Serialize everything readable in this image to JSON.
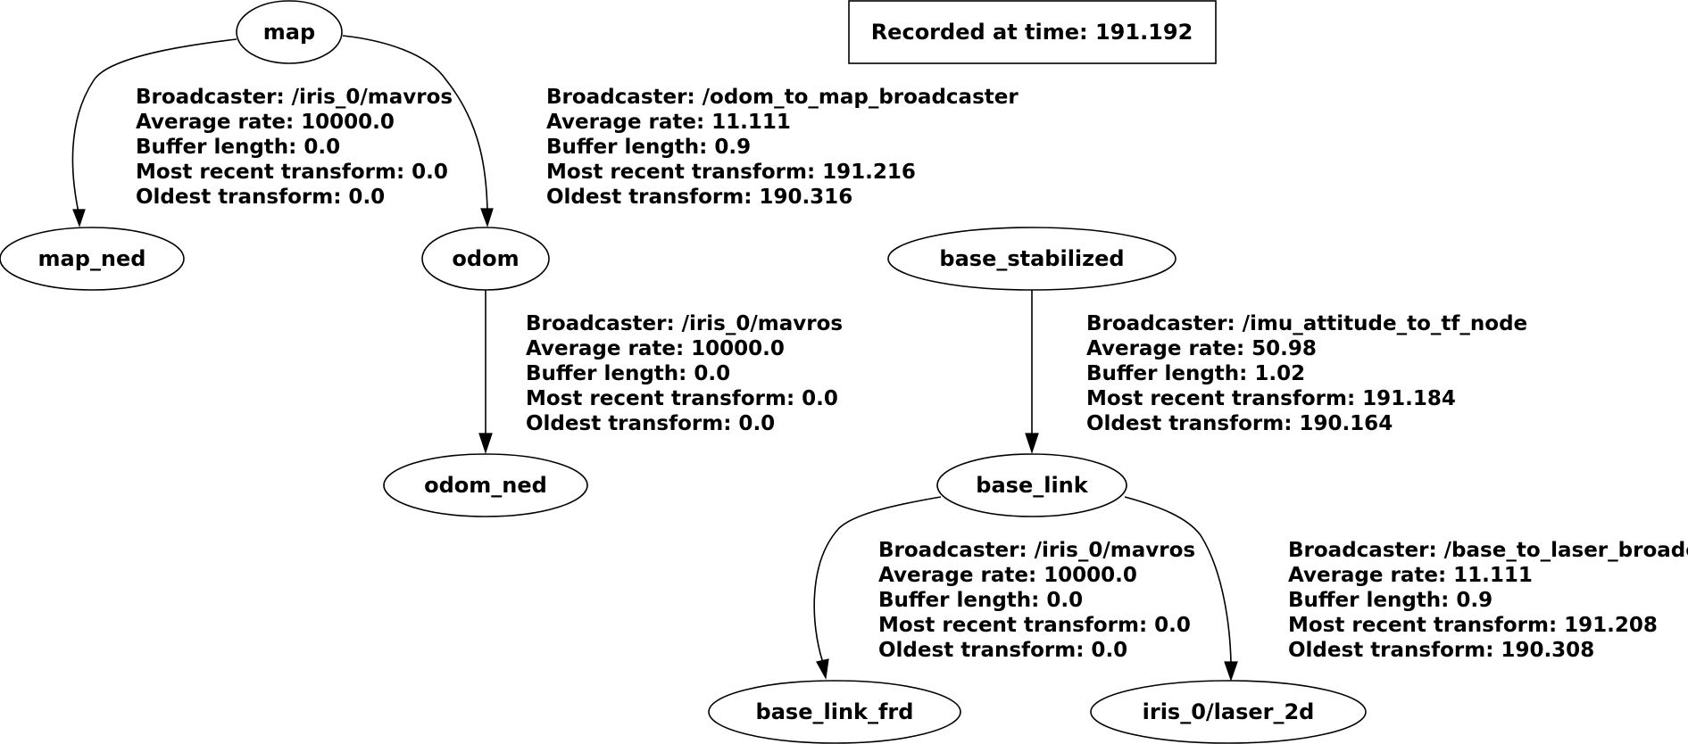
{
  "header": {
    "recorded_label": "Recorded at time: 191.192"
  },
  "nodes": {
    "map": "map",
    "map_ned": "map_ned",
    "odom": "odom",
    "odom_ned": "odom_ned",
    "base_stabilized": "base_stabilized",
    "base_link": "base_link",
    "base_link_frd": "base_link_frd",
    "laser_2d": "iris_0/laser_2d"
  },
  "edges": {
    "map_to_map_ned": [
      "Broadcaster: /iris_0/mavros",
      "Average rate: 10000.0",
      "Buffer length: 0.0",
      "Most recent transform: 0.0",
      "Oldest transform: 0.0"
    ],
    "map_to_odom": [
      "Broadcaster: /odom_to_map_broadcaster",
      "Average rate: 11.111",
      "Buffer length: 0.9",
      "Most recent transform: 191.216",
      "Oldest transform: 190.316"
    ],
    "odom_to_odom_ned": [
      "Broadcaster: /iris_0/mavros",
      "Average rate: 10000.0",
      "Buffer length: 0.0",
      "Most recent transform: 0.0",
      "Oldest transform: 0.0"
    ],
    "base_stabilized_to_base_link": [
      "Broadcaster: /imu_attitude_to_tf_node",
      "Average rate: 50.98",
      "Buffer length: 1.02",
      "Most recent transform: 191.184",
      "Oldest transform: 190.164"
    ],
    "base_link_to_base_link_frd": [
      "Broadcaster: /iris_0/mavros",
      "Average rate: 10000.0",
      "Buffer length: 0.0",
      "Most recent transform: 0.0",
      "Oldest transform: 0.0"
    ],
    "base_link_to_laser_2d": [
      "Broadcaster: /base_to_laser_broadcaster",
      "Average rate: 11.111",
      "Buffer length: 0.9",
      "Most recent transform: 191.208",
      "Oldest transform: 190.308"
    ]
  }
}
